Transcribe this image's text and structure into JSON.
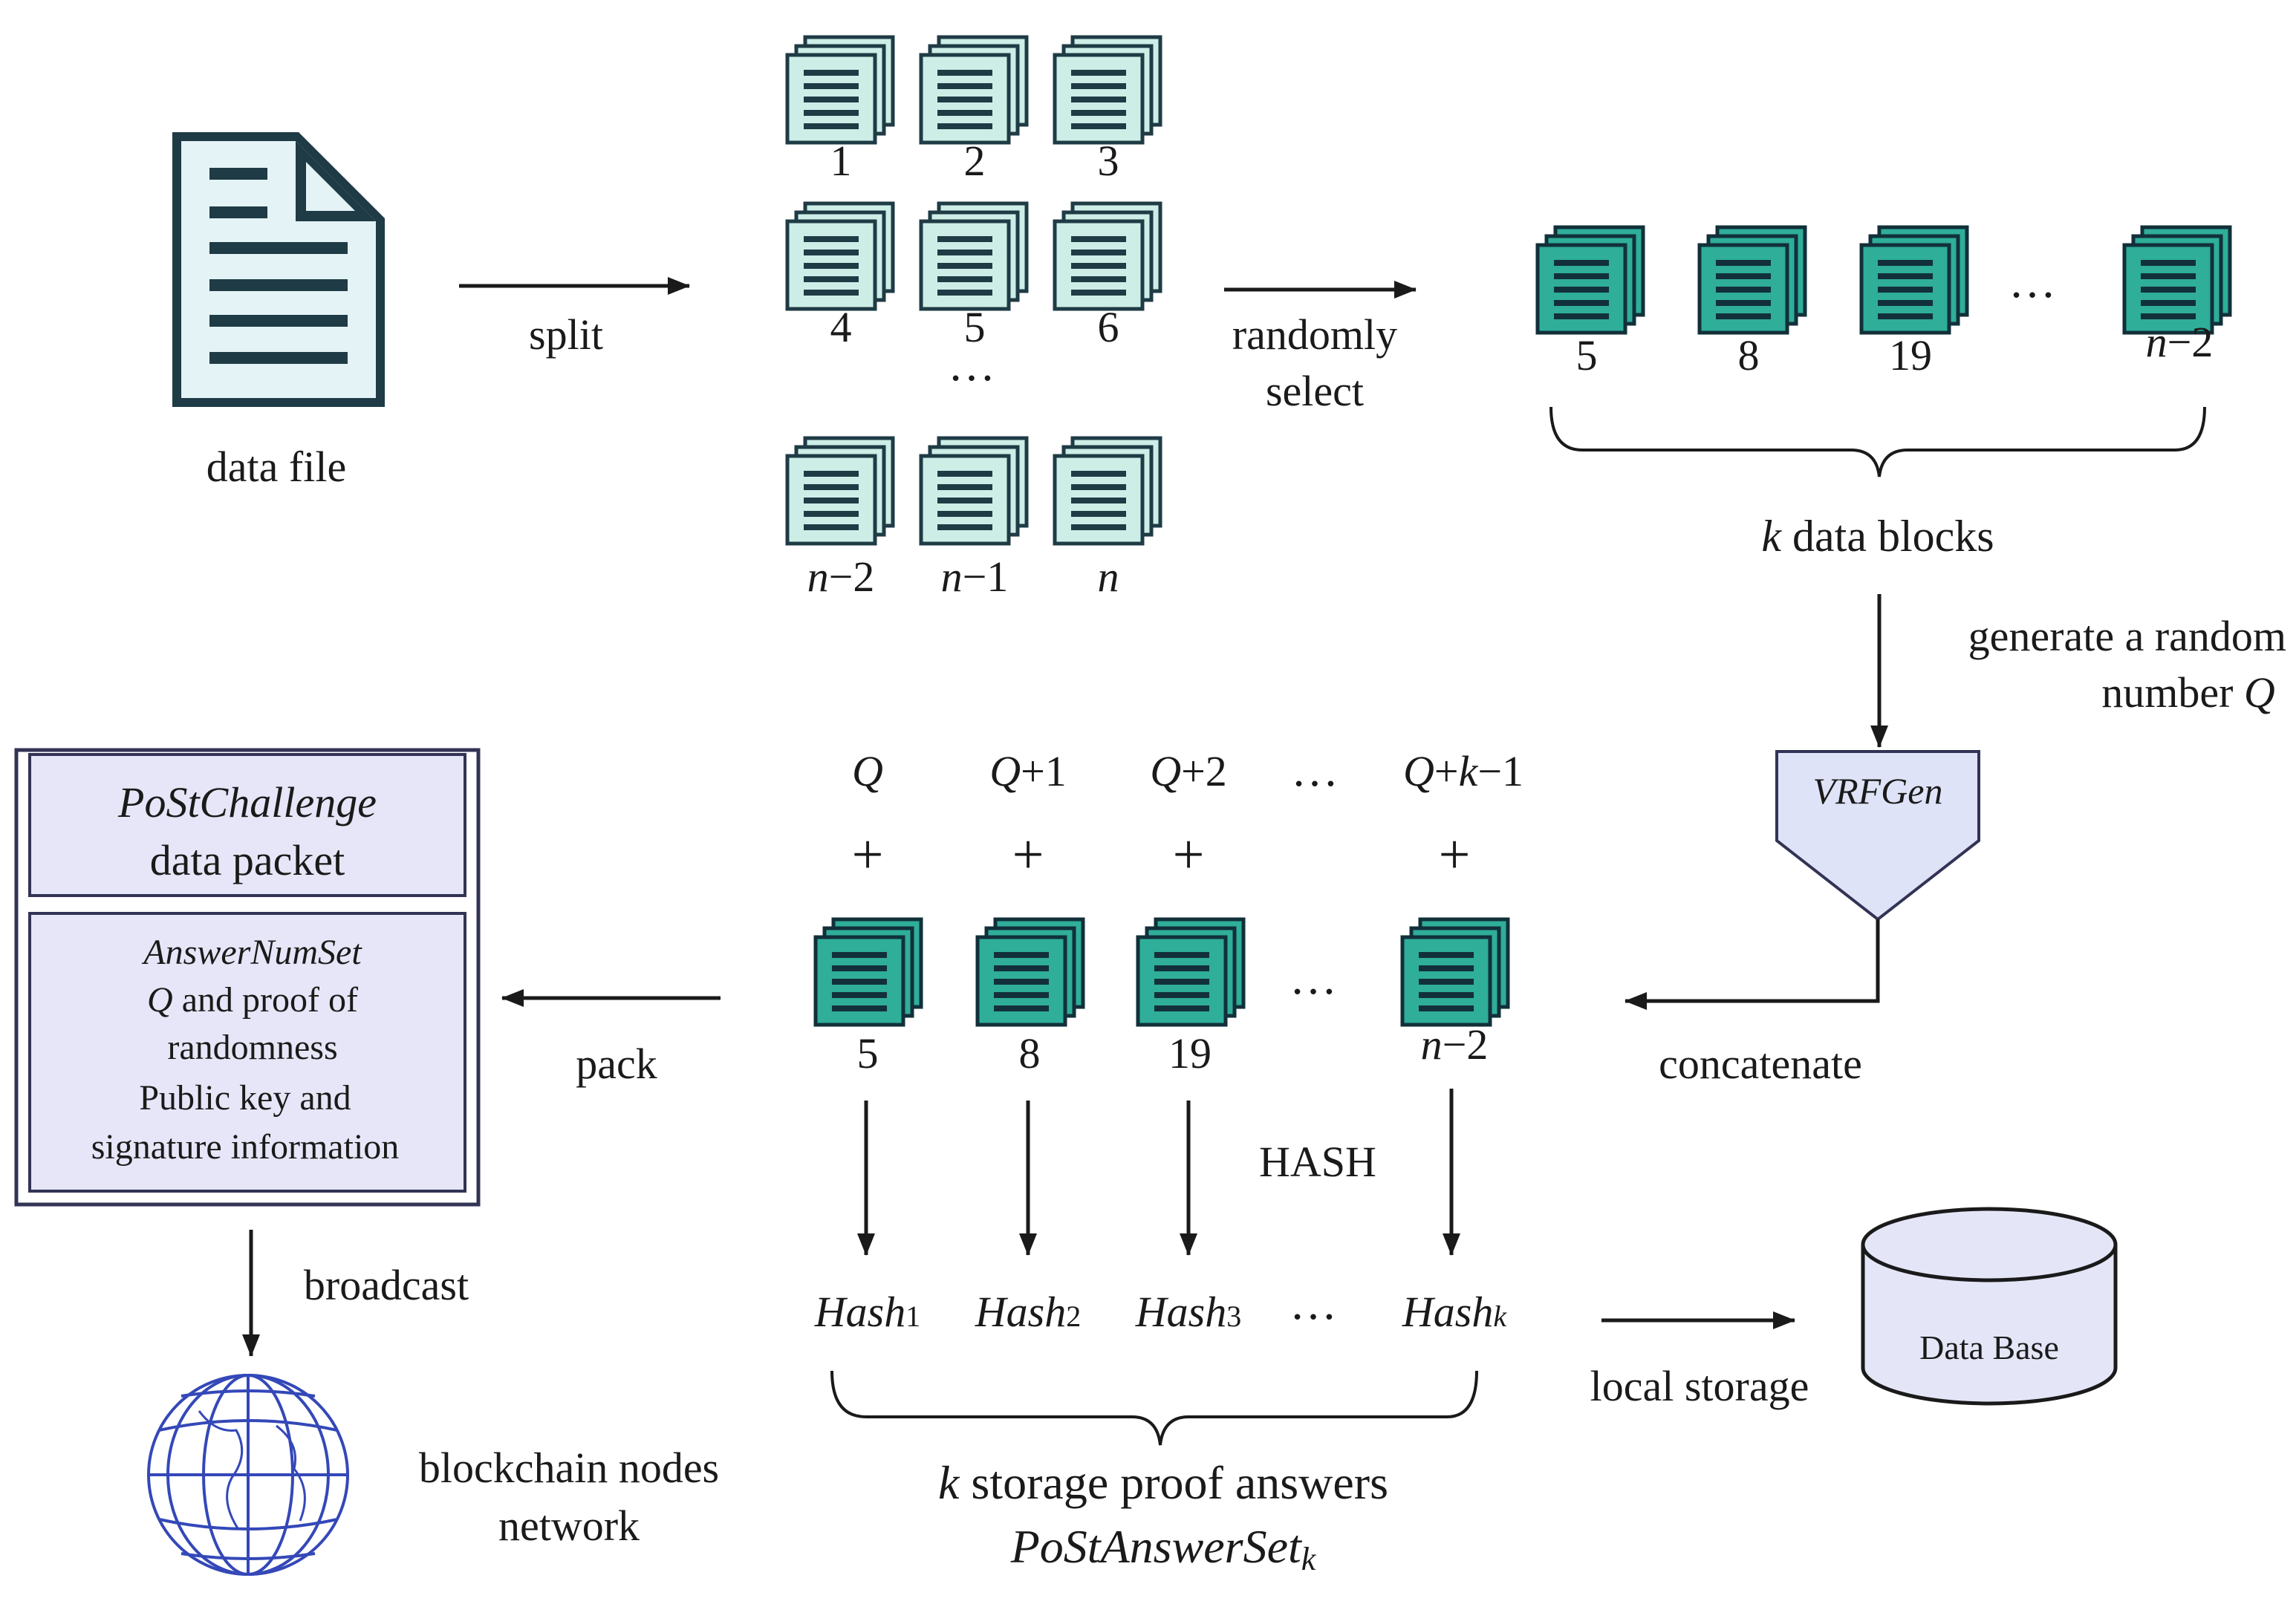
{
  "colors": {
    "ink": "#1a1a1a",
    "block_light": "#cdeee7",
    "block_light_stroke": "#1f3b45",
    "block_dark": "#2fae9a",
    "block_dark_stroke": "#12303a",
    "doc_fill": "#e4f3f6",
    "packet_fill": "#e6e6f8",
    "packet_stroke": "#333355",
    "vrf_fill": "#dfe3f7",
    "globe_stroke": "#3448b8"
  },
  "icons": {
    "file": "document-icon",
    "block": "stacked-pages-icon",
    "db": "database-cylinder-icon",
    "globe": "globe-icon"
  },
  "data_file": {
    "label": "data file"
  },
  "split": {
    "label": "split"
  },
  "all_blocks": {
    "labels": [
      "1",
      "2",
      "3",
      "4",
      "5",
      "6",
      "n−2",
      "n−1",
      "n"
    ],
    "dots": "…"
  },
  "random_select": {
    "line1": "randomly",
    "line2": "select"
  },
  "selected_blocks": {
    "labels": [
      "5",
      "8",
      "19",
      "n−2"
    ],
    "dots": "…",
    "caption_k": "k",
    "caption_rest": " data blocks"
  },
  "random_number": {
    "line1": "generate a random",
    "line2_pre": "number ",
    "line2_q": "Q"
  },
  "vrf": {
    "label": "VRFGen"
  },
  "offsets": {
    "t1": "Q",
    "t2_q": "Q",
    "t2_rest": "+1",
    "t3_q": "Q",
    "t3_rest": "+2",
    "t4_q": "Q",
    "t4_plus": "+",
    "t4_k": "k",
    "t4_rest": "−1",
    "plus": "+",
    "dots": "…"
  },
  "concat_blocks": {
    "labels": [
      "5",
      "8",
      "19",
      "n−2"
    ],
    "dots": "…"
  },
  "concatenate": {
    "label": "concatenate"
  },
  "hash": {
    "label": "HASH",
    "name": "Hash",
    "subs": [
      "1",
      "2",
      "3",
      "k"
    ],
    "dots": "…"
  },
  "answers": {
    "line1_k": "k",
    "line1_rest": " storage proof answers",
    "line2_main": "PoStAnswerSet",
    "line2_sub": "k"
  },
  "local_storage": {
    "label": "local storage"
  },
  "database": {
    "label": "Data Base"
  },
  "pack": {
    "label": "pack"
  },
  "packet": {
    "title1": "PoStChallenge",
    "title2": "data packet",
    "row1": "AnswerNumSet",
    "row2_q": "Q",
    "row2_rest": " and proof of",
    "row3": "randomness",
    "row4": "Public key and",
    "row5": "signature information"
  },
  "broadcast": {
    "label": "broadcast"
  },
  "network": {
    "line1": "blockchain nodes",
    "line2": "network"
  }
}
